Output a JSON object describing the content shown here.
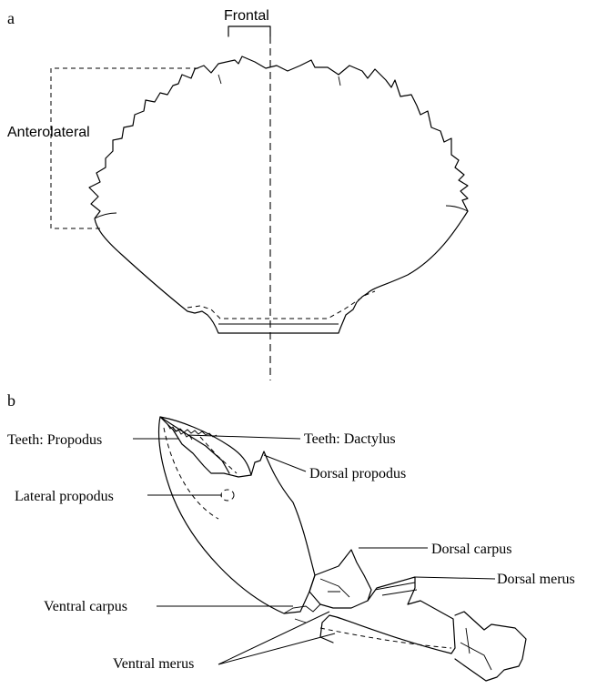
{
  "panel_a": {
    "letter": "a",
    "frontal_label": "Frontal",
    "anterolateral_label": "Anterolateral"
  },
  "panel_b": {
    "letter": "b",
    "labels": {
      "teeth_propodus": "Teeth: Propodus",
      "teeth_dactylus": "Teeth: Dactylus",
      "dorsal_propodus": "Dorsal propodus",
      "lateral_propodus": "Lateral propodus",
      "dorsal_carpus": "Dorsal carpus",
      "dorsal_merus": "Dorsal merus",
      "ventral_carpus": "Ventral carpus",
      "ventral_merus": "Ventral merus"
    }
  }
}
